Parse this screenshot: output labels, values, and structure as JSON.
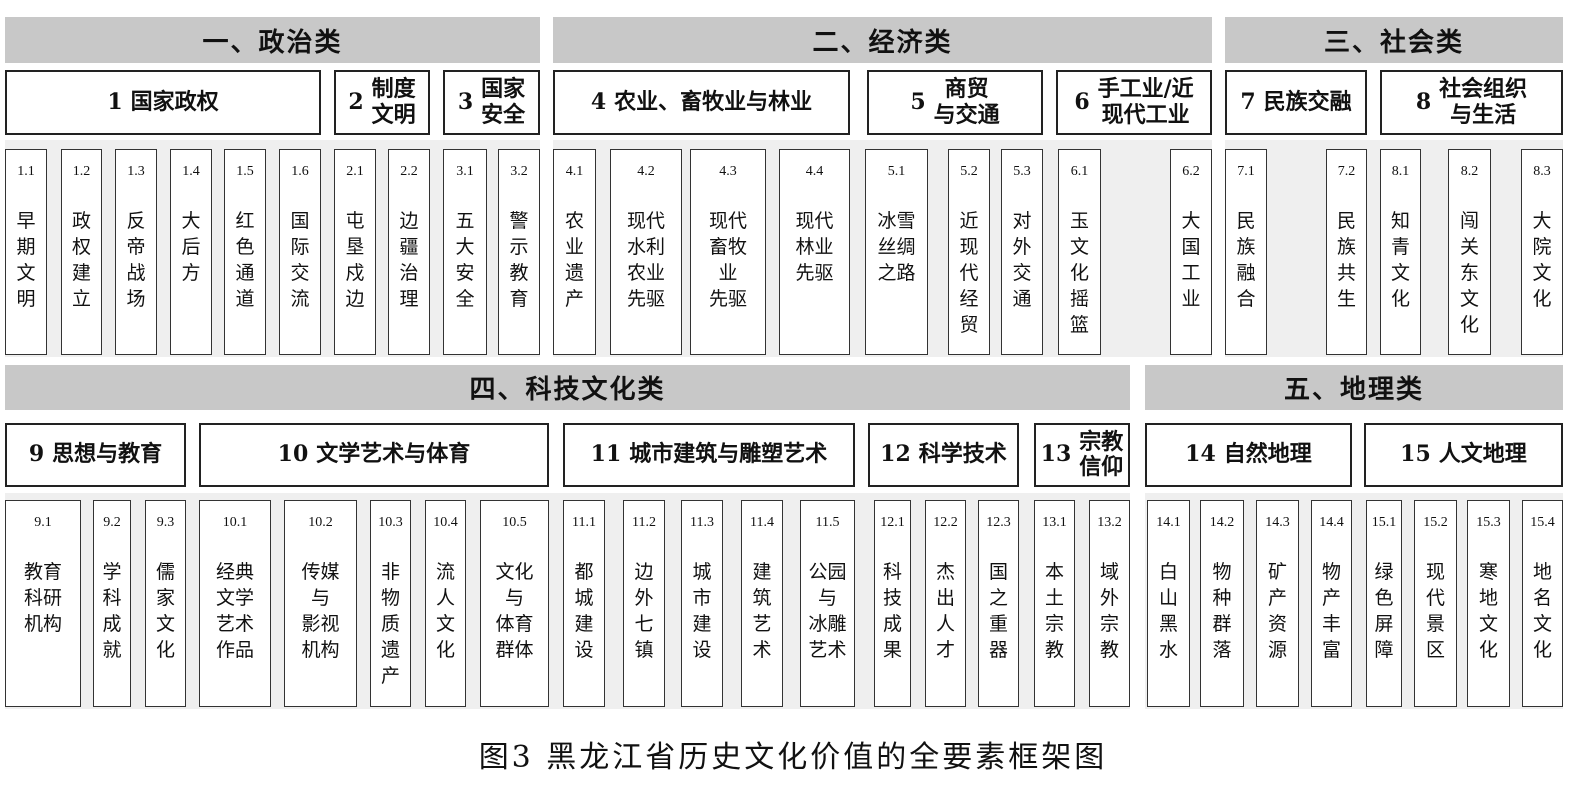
{
  "categories": [
    {
      "label": "一、政治类"
    },
    {
      "label": "二、经济类"
    },
    {
      "label": "三、社会类"
    },
    {
      "label": "四、科技文化类"
    },
    {
      "label": "五、地理类"
    }
  ],
  "groups": [
    {
      "num": "1",
      "lines": [
        "国家政权"
      ]
    },
    {
      "num": "2",
      "lines": [
        "制度",
        "文明"
      ]
    },
    {
      "num": "3",
      "lines": [
        "国家",
        "安全"
      ]
    },
    {
      "num": "4",
      "lines": [
        "农业、畜牧业与林业"
      ]
    },
    {
      "num": "5",
      "lines": [
        "商贸",
        "与交通"
      ]
    },
    {
      "num": "6",
      "lines": [
        "手工业/近",
        "现代工业"
      ]
    },
    {
      "num": "7",
      "lines": [
        "民族交融"
      ]
    },
    {
      "num": "8",
      "lines": [
        "社会组织",
        "与生活"
      ]
    },
    {
      "num": "9",
      "lines": [
        "思想与教育"
      ]
    },
    {
      "num": "10",
      "lines": [
        "文学艺术与体育"
      ]
    },
    {
      "num": "11",
      "lines": [
        "城市建筑与雕塑艺术"
      ]
    },
    {
      "num": "12",
      "lines": [
        "科学技术"
      ]
    },
    {
      "num": "13",
      "lines": [
        "宗教",
        "信仰"
      ]
    },
    {
      "num": "14",
      "lines": [
        "自然地理"
      ]
    },
    {
      "num": "15",
      "lines": [
        "人文地理"
      ]
    }
  ],
  "leaves": [
    {
      "code": "1.1",
      "lines": [
        "早",
        "期",
        "文",
        "明"
      ]
    },
    {
      "code": "1.2",
      "lines": [
        "政",
        "权",
        "建",
        "立"
      ]
    },
    {
      "code": "1.3",
      "lines": [
        "反",
        "帝",
        "战",
        "场"
      ]
    },
    {
      "code": "1.4",
      "lines": [
        "大",
        "后",
        "方"
      ]
    },
    {
      "code": "1.5",
      "lines": [
        "红",
        "色",
        "通",
        "道"
      ]
    },
    {
      "code": "1.6",
      "lines": [
        "国",
        "际",
        "交",
        "流"
      ]
    },
    {
      "code": "2.1",
      "lines": [
        "屯",
        "垦",
        "戍",
        "边"
      ]
    },
    {
      "code": "2.2",
      "lines": [
        "边",
        "疆",
        "治",
        "理"
      ]
    },
    {
      "code": "3.1",
      "lines": [
        "五",
        "大",
        "安",
        "全"
      ]
    },
    {
      "code": "3.2",
      "lines": [
        "警",
        "示",
        "教",
        "育"
      ]
    },
    {
      "code": "4.1",
      "lines": [
        "农",
        "业",
        "遗",
        "产"
      ]
    },
    {
      "code": "4.2",
      "lines": [
        "现代",
        "水利",
        "农业",
        "先驱"
      ]
    },
    {
      "code": "4.3",
      "lines": [
        "现代",
        "畜牧",
        "业",
        "先驱"
      ]
    },
    {
      "code": "4.4",
      "lines": [
        "现代",
        "林业",
        "先驱"
      ]
    },
    {
      "code": "5.1",
      "lines": [
        "冰雪",
        "丝绸",
        "之路"
      ]
    },
    {
      "code": "5.2",
      "lines": [
        "近",
        "现",
        "代",
        "经",
        "贸"
      ]
    },
    {
      "code": "5.3",
      "lines": [
        "对",
        "外",
        "交",
        "通"
      ]
    },
    {
      "code": "6.1",
      "lines": [
        "玉",
        "文",
        "化",
        "摇",
        "篮"
      ]
    },
    {
      "code": "6.2",
      "lines": [
        "大",
        "国",
        "工",
        "业"
      ]
    },
    {
      "code": "7.1",
      "lines": [
        "民",
        "族",
        "融",
        "合"
      ]
    },
    {
      "code": "7.2",
      "lines": [
        "民",
        "族",
        "共",
        "生"
      ]
    },
    {
      "code": "8.1",
      "lines": [
        "知",
        "青",
        "文",
        "化"
      ]
    },
    {
      "code": "8.2",
      "lines": [
        "闯",
        "关",
        "东",
        "文",
        "化"
      ]
    },
    {
      "code": "8.3",
      "lines": [
        "大",
        "院",
        "文",
        "化"
      ]
    },
    {
      "code": "9.1",
      "lines": [
        "教育",
        "科研",
        "机构"
      ]
    },
    {
      "code": "9.2",
      "lines": [
        "学",
        "科",
        "成",
        "就"
      ]
    },
    {
      "code": "9.3",
      "lines": [
        "儒",
        "家",
        "文",
        "化"
      ]
    },
    {
      "code": "10.1",
      "lines": [
        "经典",
        "文学",
        "艺术",
        "作品"
      ]
    },
    {
      "code": "10.2",
      "lines": [
        "传媒",
        "与",
        "影视",
        "机构"
      ]
    },
    {
      "code": "10.3",
      "lines": [
        "非",
        "物",
        "质",
        "遗",
        "产"
      ]
    },
    {
      "code": "10.4",
      "lines": [
        "流",
        "人",
        "文",
        "化"
      ]
    },
    {
      "code": "10.5",
      "lines": [
        "文化",
        "与",
        "体育",
        "群体"
      ]
    },
    {
      "code": "11.1",
      "lines": [
        "都",
        "城",
        "建",
        "设"
      ]
    },
    {
      "code": "11.2",
      "lines": [
        "边",
        "外",
        "七",
        "镇"
      ]
    },
    {
      "code": "11.3",
      "lines": [
        "城",
        "市",
        "建",
        "设"
      ]
    },
    {
      "code": "11.4",
      "lines": [
        "建",
        "筑",
        "艺",
        "术"
      ]
    },
    {
      "code": "11.5",
      "lines": [
        "公园",
        "与",
        "冰雕",
        "艺术"
      ]
    },
    {
      "code": "12.1",
      "lines": [
        "科",
        "技",
        "成",
        "果"
      ]
    },
    {
      "code": "12.2",
      "lines": [
        "杰",
        "出",
        "人",
        "才"
      ]
    },
    {
      "code": "12.3",
      "lines": [
        "国",
        "之",
        "重",
        "器"
      ]
    },
    {
      "code": "13.1",
      "lines": [
        "本",
        "土",
        "宗",
        "教"
      ]
    },
    {
      "code": "13.2",
      "lines": [
        "域",
        "外",
        "宗",
        "教"
      ]
    },
    {
      "code": "14.1",
      "lines": [
        "白",
        "山",
        "黑",
        "水"
      ]
    },
    {
      "code": "14.2",
      "lines": [
        "物",
        "种",
        "群",
        "落"
      ]
    },
    {
      "code": "14.3",
      "lines": [
        "矿",
        "产",
        "资",
        "源"
      ]
    },
    {
      "code": "14.4",
      "lines": [
        "物",
        "产",
        "丰",
        "富"
      ]
    },
    {
      "code": "15.1",
      "lines": [
        "绿",
        "色",
        "屏",
        "障"
      ]
    },
    {
      "code": "15.2",
      "lines": [
        "现",
        "代",
        "景",
        "区"
      ]
    },
    {
      "code": "15.3",
      "lines": [
        "寒",
        "地",
        "文",
        "化"
      ]
    },
    {
      "code": "15.4",
      "lines": [
        "地",
        "名",
        "文",
        "化"
      ]
    }
  ],
  "caption": "图3 黑龙江省历史文化价值的全要素框架图"
}
